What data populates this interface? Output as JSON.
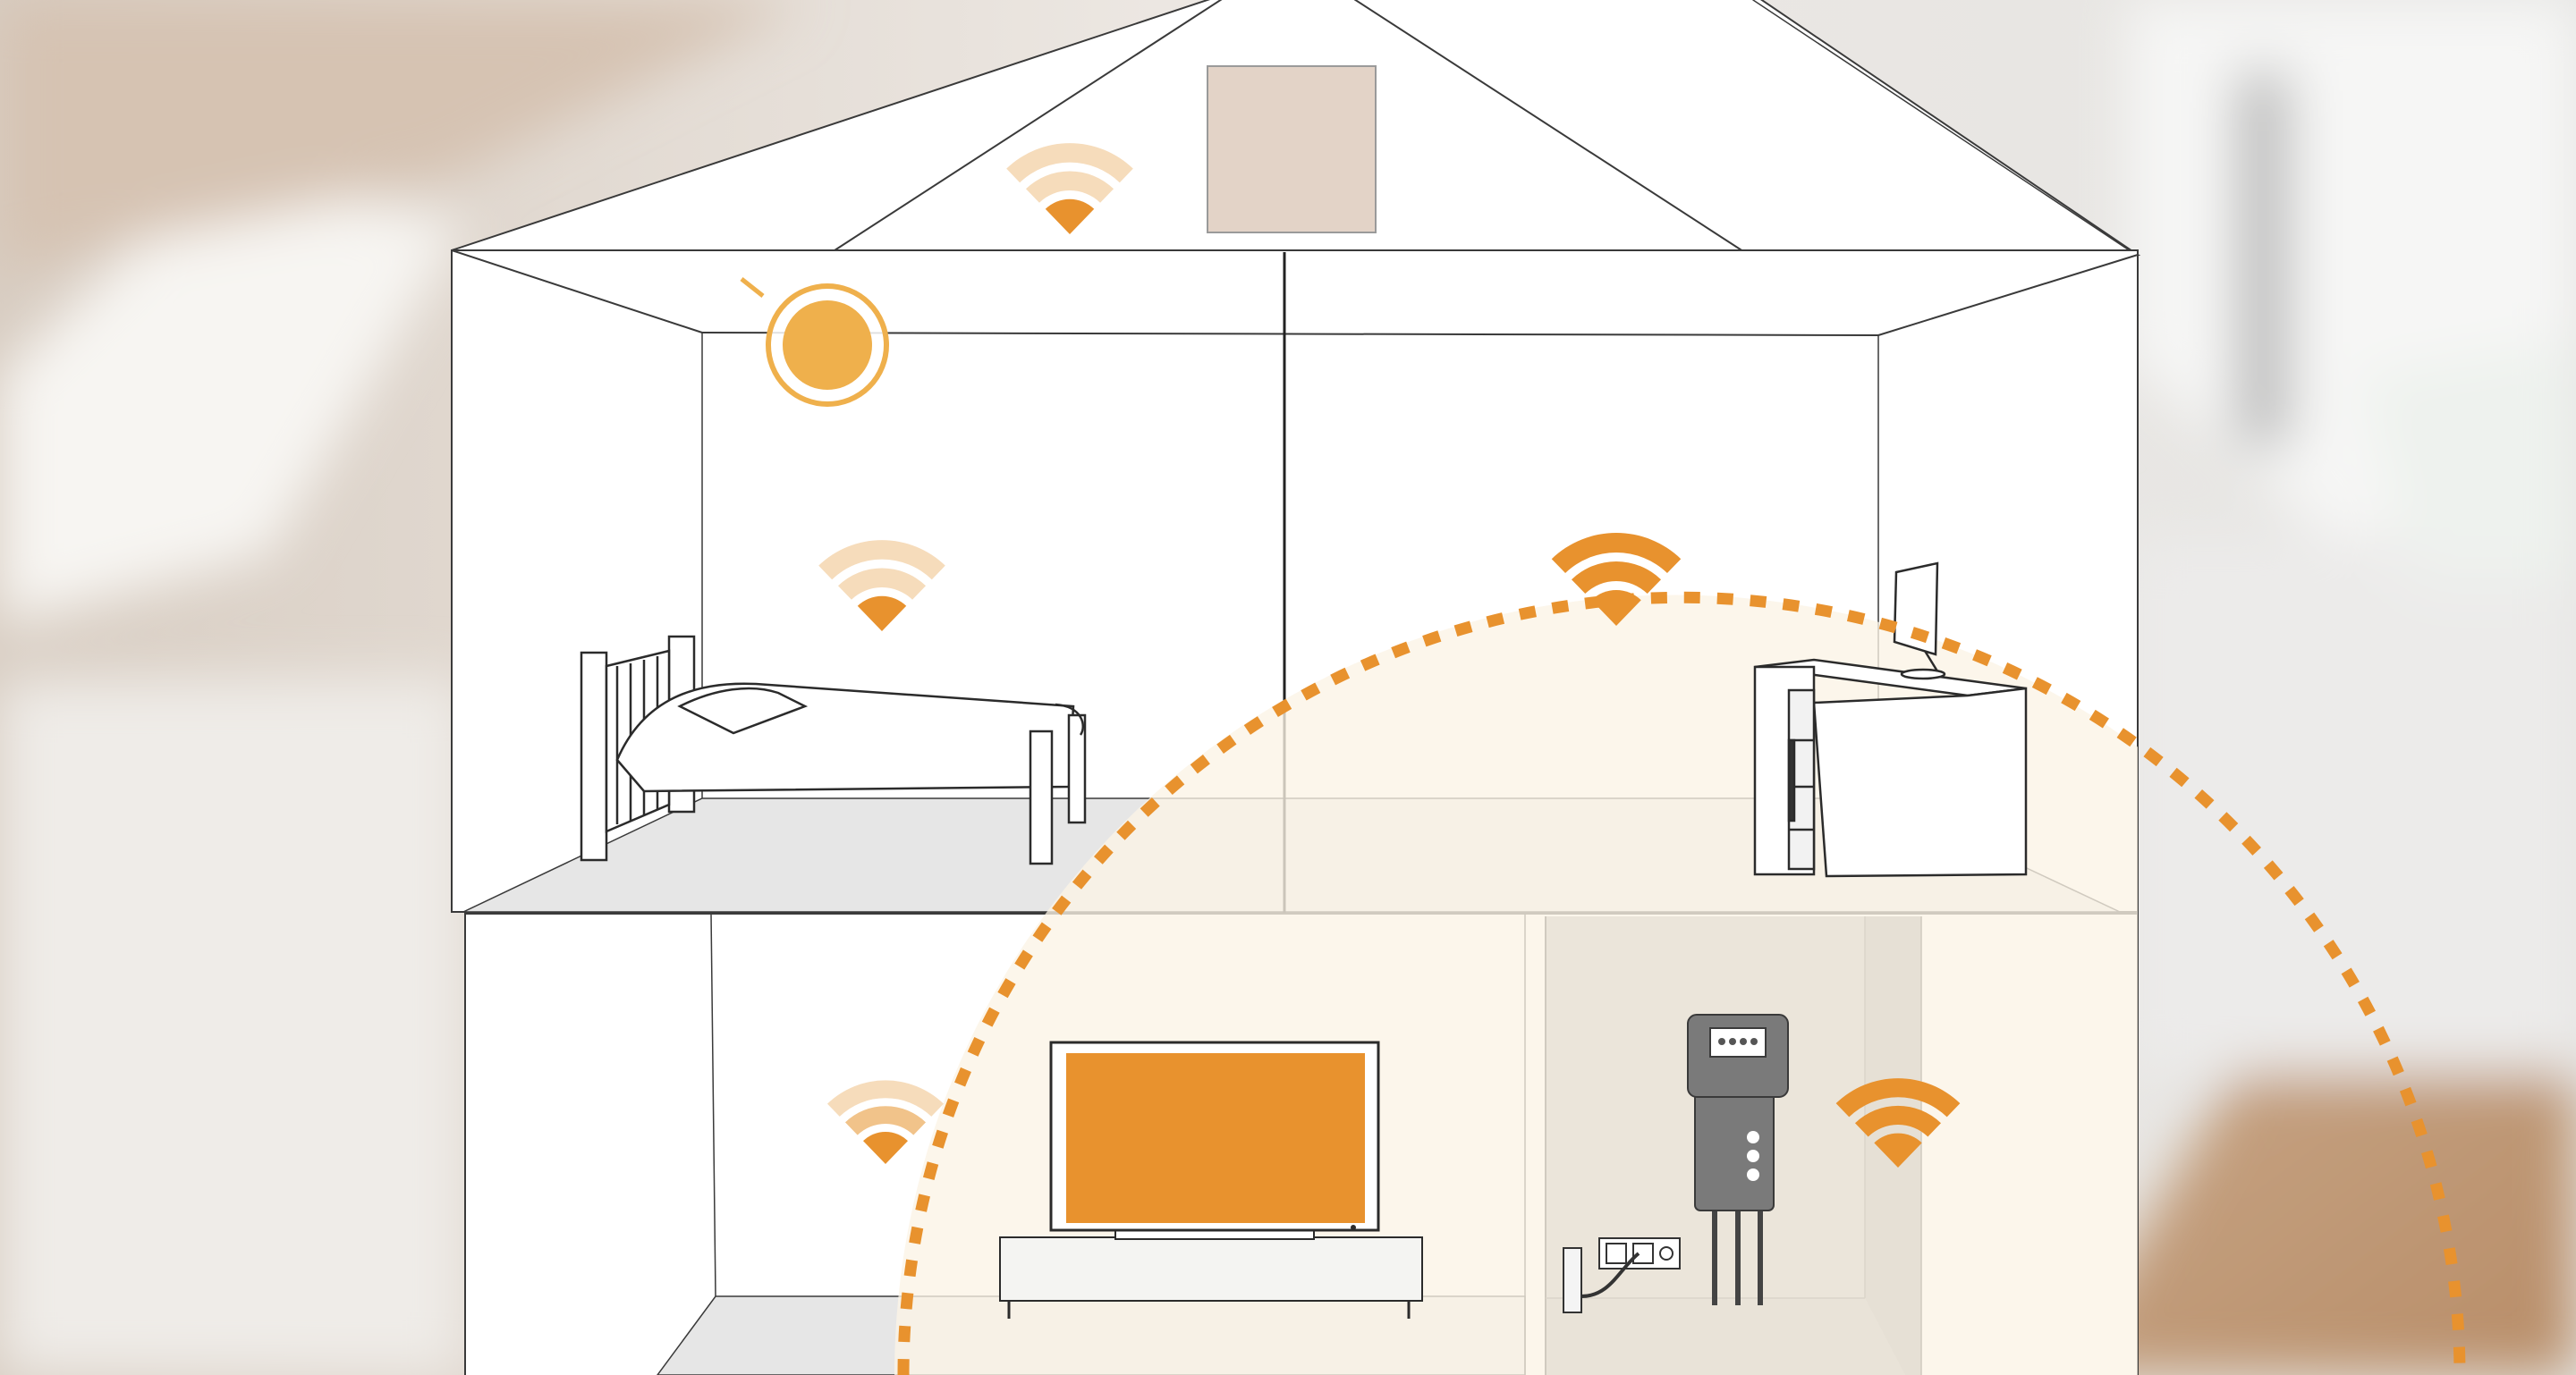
{
  "scene": {
    "subject": "house-wifi-coverage",
    "colors": {
      "accent": "#e8922e",
      "accent_light": "#f1c38a",
      "accent_faint": "#f6dcbb",
      "line": "#3a3a3a",
      "wall": "#ffffff",
      "floor": "#e3e3e3",
      "utility_room": "#b5b5b5",
      "coverage_fill": "#fbf5ea",
      "bg_left": "#dcd2c8",
      "bg_right": "#e4e4e2"
    },
    "icons": [
      "wifi-icon",
      "repeater-icon",
      "bed-icon",
      "desk-icon",
      "monitor-icon",
      "tv-icon",
      "router-icon",
      "power-outlet-icon",
      "skylight-icon"
    ],
    "wifi_signals": [
      {
        "room": "attic",
        "strength": "weak"
      },
      {
        "room": "bedroom",
        "strength": "weak"
      },
      {
        "room": "office",
        "strength": "strong"
      },
      {
        "room": "living-room",
        "strength": "medium"
      },
      {
        "room": "utility-room",
        "strength": "strong"
      }
    ],
    "coverage": {
      "style": "dashed-circle",
      "source": "utility-room"
    },
    "repeater": {
      "room": "bedroom",
      "state": "highlighted"
    }
  }
}
